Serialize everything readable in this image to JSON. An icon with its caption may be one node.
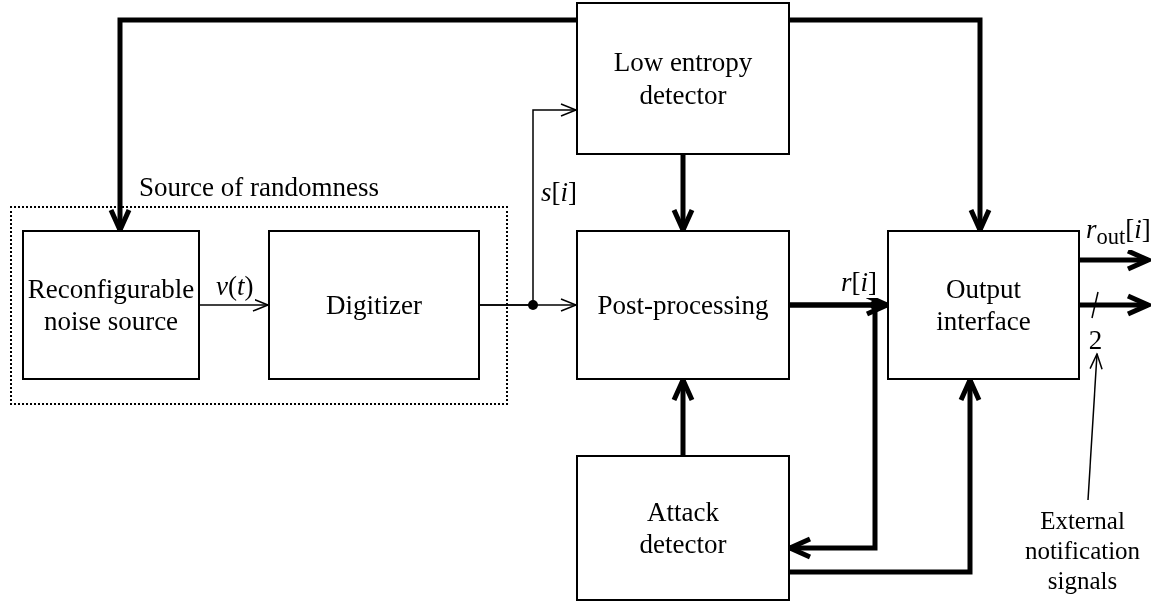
{
  "diagram": {
    "nodes": [
      {
        "text": [
          "Source of randomness"
        ]
      },
      {
        "text": [
          "Reconfigurable noise source"
        ],
        "in": 0
      },
      {
        "text": [
          "Digitizer"
        ],
        "in": 0
      },
      {
        "text": [
          "Low entropy detector"
        ]
      },
      {
        "text": [
          "Post-processing"
        ]
      },
      {
        "text": [
          "Output interface"
        ]
      },
      {
        "text": [
          "Attack detector"
        ]
      },
      {
        "text": [
          "External notification signals"
        ]
      },
      {
        "text": [
          "2"
        ]
      }
    ],
    "edges": [
      {
        "from": 3,
        "to": 1,
        "arrow": "to"
      },
      {
        "from": 1,
        "to": 2,
        "arrow": "to",
        "label": "*v*(*t*)"
      },
      {
        "from": 2,
        "to": 4,
        "arrow": "to"
      },
      {
        "from": 2,
        "to": 3,
        "arrow": "to",
        "label": "*s*[*i*]"
      },
      {
        "from": 3,
        "to": 4,
        "arrow": "to"
      },
      {
        "from": 3,
        "to": 5,
        "arrow": "to"
      },
      {
        "from": 4,
        "to": 5,
        "arrow": "to",
        "label": "*r*[*i*]"
      },
      {
        "from": 4,
        "to": 6,
        "arrow": "to"
      },
      {
        "from": 6,
        "to": 4,
        "arrow": "to"
      },
      {
        "from": 6,
        "to": 5,
        "arrow": "to"
      },
      {
        "from": 5,
        "to": null,
        "arrow": "to",
        "label": "*r*$_{out}$[*i*]"
      },
      {
        "from": 5,
        "to": null,
        "arrow": "to"
      },
      {
        "from": 7,
        "to": 8,
        "arrow": "to"
      }
    ]
  }
}
